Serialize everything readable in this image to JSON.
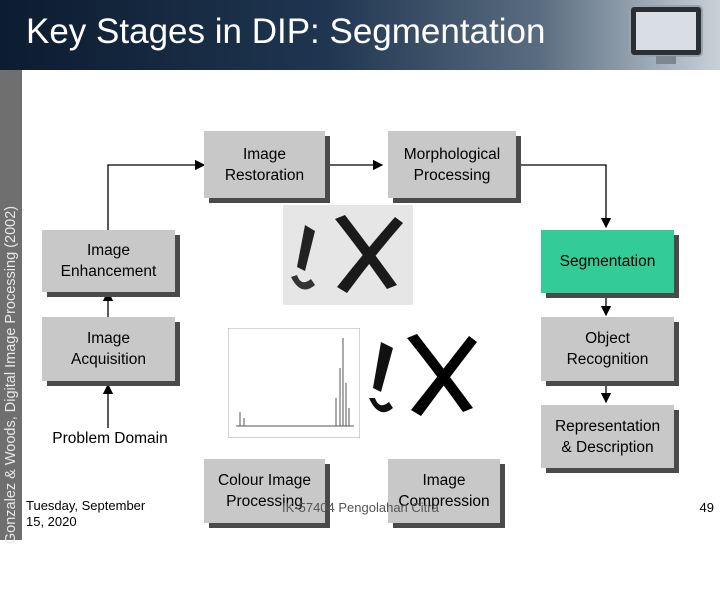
{
  "header": {
    "title": "Key Stages in DIP: Segmentation"
  },
  "sidebar": {
    "credit": "Gonzalez & Woods, Digital Image Processing (2002)"
  },
  "diagram": {
    "image_restoration": "Image\nRestoration",
    "morphological_processing": "Morphological\nProcessing",
    "image_enhancement": "Image\nEnhancement",
    "segmentation": "Segmentation",
    "image_acquisition": "Image\nAcquisition",
    "object_recognition": "Object\nRecognition",
    "representation_description": "Representation\n& Description",
    "problem_domain": "Problem Domain",
    "colour_image_processing": "Colour Image\nProcessing",
    "image_compression": "Image\nCompression",
    "highlight_color": "#33cc99"
  },
  "footer": {
    "date": "Tuesday, September\n15, 2020",
    "course": "IK-57404 Pengolahan Citra",
    "page": "49"
  }
}
